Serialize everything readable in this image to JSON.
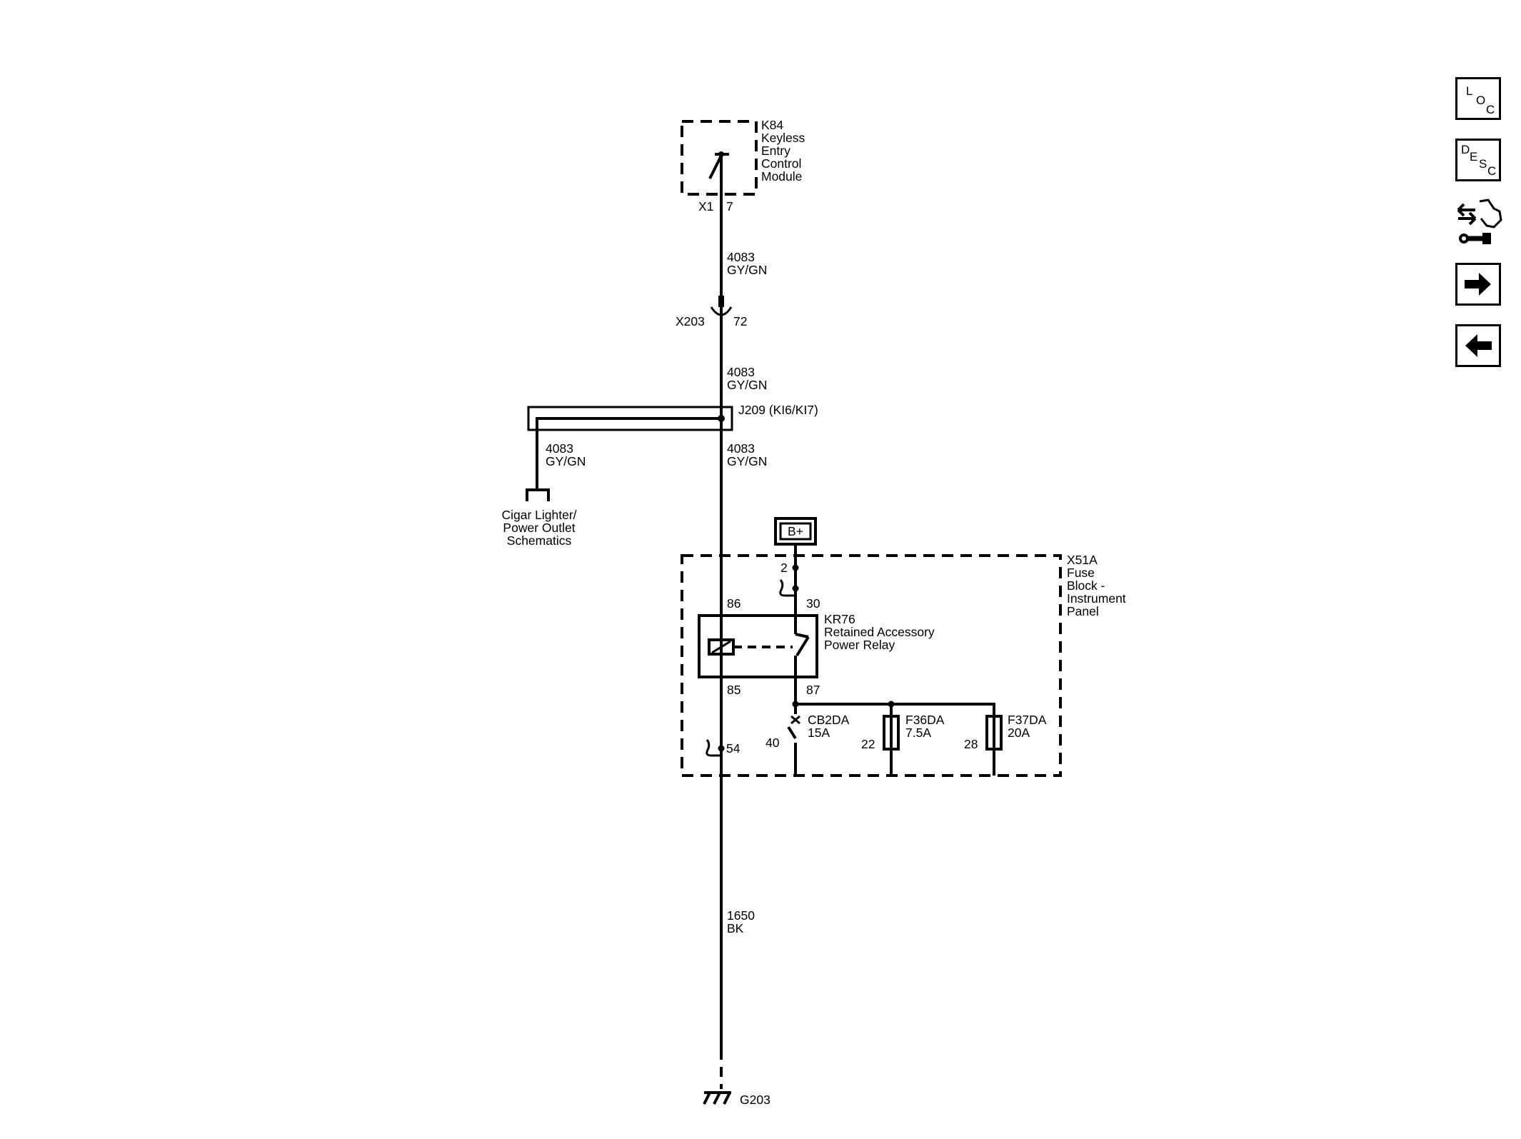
{
  "module_k84": {
    "ref": "K84",
    "name_lines": [
      "Keyless",
      "Entry",
      "Control",
      "Module"
    ],
    "connector": "X1",
    "pin": "7"
  },
  "wire_a": {
    "circuit": "4083",
    "color": "GY/GN"
  },
  "inline_connector": {
    "ref": "X203",
    "pin": "72"
  },
  "wire_b": {
    "circuit": "4083",
    "color": "GY/GN"
  },
  "splice": {
    "label": "J209  (KI6/KI7)"
  },
  "wire_branch": {
    "circuit": "4083",
    "color": "GY/GN"
  },
  "wire_c": {
    "circuit": "4083",
    "color": "GY/GN"
  },
  "offpage": {
    "lines": [
      "Cigar Lighter/",
      "Power Outlet",
      "Schematics"
    ]
  },
  "battery": {
    "label": "B+"
  },
  "fuse_block": {
    "ref": "X51A",
    "name_lines": [
      "Fuse",
      "Block -",
      "Instrument",
      "Panel"
    ]
  },
  "relay": {
    "ref": "KR76",
    "name_lines": [
      "Retained Accessory",
      "Power Relay"
    ],
    "pin_86": "86",
    "pin_30": "30",
    "pin_85": "85",
    "pin_87": "87"
  },
  "pins": {
    "p2": "2",
    "p40": "40",
    "p22": "22",
    "p28": "28",
    "p54": "54"
  },
  "breaker": {
    "ref": "CB2DA",
    "rating": "15A"
  },
  "fuse_f36": {
    "ref": "F36DA",
    "rating": "7.5A"
  },
  "fuse_f37": {
    "ref": "F37DA",
    "rating": "20A"
  },
  "wire_ground": {
    "circuit": "1650",
    "color": "BK"
  },
  "ground": {
    "ref": "G203"
  },
  "nav": {
    "loc": [
      "L",
      "O",
      "C"
    ],
    "desc": [
      "D",
      "E",
      "S",
      "C"
    ],
    "icons": [
      "connector-wrench-icon",
      "arrow-right-icon",
      "arrow-left-icon"
    ]
  }
}
